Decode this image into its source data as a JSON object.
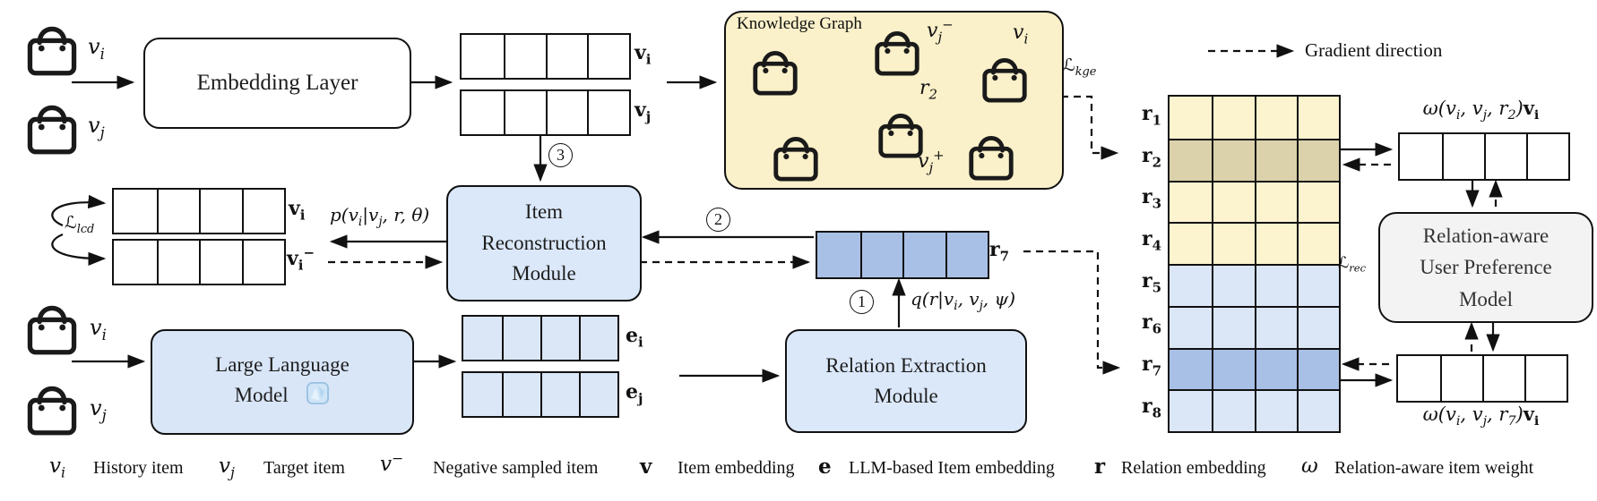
{
  "colors": {
    "kg_fill": "#faf0c9",
    "module_blue": "#dbe8fa",
    "llm_blue": "#d9e6f8",
    "evec_blue": "#dbe6f7",
    "rvec_blue": "#a9c0e6",
    "gray_box": "#f3f3f3",
    "row_yellow": "#fcf3cf",
    "row_yellow_hl": "#dbd2ab",
    "row_blue": "#dbe6f7",
    "row_blue_hl": "#a9c0e6"
  },
  "top_flow": {
    "input_i": "v_i",
    "input_j": "v_j",
    "embedding_layer": "Embedding Layer",
    "vec_i": "v_i",
    "vec_j": "v_j",
    "step3": "3"
  },
  "knowledge_graph": {
    "title": "Knowledge Graph",
    "node_vj_neg": "v_j^−",
    "node_vi": "v_i",
    "node_vj_pos": "v_j^+",
    "relation": "r_2",
    "loss_kge": "ℒ_{kge}"
  },
  "reconstruction": {
    "loss_lcd": "ℒ_{lcd}",
    "vec_i": "v_i",
    "vec_i_neg": "v_i^−",
    "prob": "p(v_i|v_j, r, θ)",
    "module_l1": "Item",
    "module_l2": "Reconstruction",
    "module_l3": "Module",
    "step2": "2"
  },
  "relation_vector": {
    "label": "r_7",
    "step1": "1",
    "q": "q(r|v_i, v_j, ψ)"
  },
  "llm_flow": {
    "input_i": "v_i",
    "input_j": "v_j",
    "llm_l1": "Large Language",
    "llm_l2": "Model",
    "vec_e_i": "e_i",
    "vec_e_j": "e_j"
  },
  "relation_extraction": {
    "module_l1": "Relation Extraction",
    "module_l2": "Module"
  },
  "matrix": {
    "loss_rec": "ℒ_{rec}",
    "rows": [
      {
        "label": "r_1",
        "color": "#fcf3cf"
      },
      {
        "label": "r_2",
        "color": "#dbd2ab"
      },
      {
        "label": "r_3",
        "color": "#fcf3cf"
      },
      {
        "label": "r_4",
        "color": "#fcf3cf"
      },
      {
        "label": "r_5",
        "color": "#dbe6f7"
      },
      {
        "label": "r_6",
        "color": "#dbe6f7"
      },
      {
        "label": "r_7",
        "color": "#a9c0e6"
      },
      {
        "label": "r_8",
        "color": "#dbe6f7"
      }
    ]
  },
  "gradient_legend": {
    "label": "Gradient direction"
  },
  "preference_model": {
    "l1": "Relation-aware",
    "l2": "User Preference",
    "l3": "Model"
  },
  "weighted_top": {
    "expr": "ω(v_i, v_j, r_2)",
    "vec": "v_i"
  },
  "weighted_bottom": {
    "expr": "ω(v_i, v_j, r_7)",
    "vec": "v_i"
  },
  "legend": {
    "items": [
      {
        "symbol": "v_i",
        "desc": "History item"
      },
      {
        "symbol": "v_j",
        "desc": "Target item"
      },
      {
        "symbol": "v^−",
        "desc": "Negative sampled item"
      },
      {
        "symbol": "v",
        "desc": "Item embedding"
      },
      {
        "symbol": "e",
        "desc": "LLM-based Item embedding"
      },
      {
        "symbol": "r",
        "desc": "Relation embedding"
      },
      {
        "symbol": "ω",
        "desc": "Relation-aware item weight"
      }
    ]
  }
}
